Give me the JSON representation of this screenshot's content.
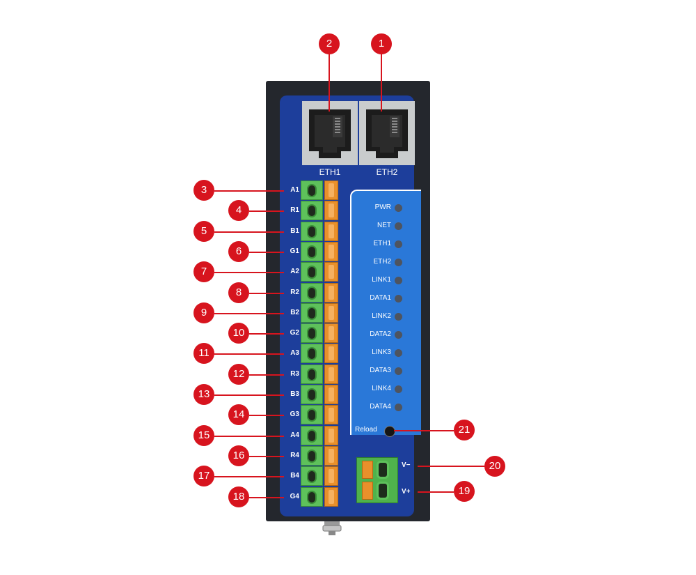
{
  "device": {
    "ports": [
      "ETH1",
      "ETH2"
    ],
    "terminals": [
      "A1",
      "R1",
      "B1",
      "G1",
      "A2",
      "R2",
      "B2",
      "G2",
      "A3",
      "R3",
      "B3",
      "G3",
      "A4",
      "R4",
      "B4",
      "G4"
    ],
    "leds": [
      "PWR",
      "NET",
      "ETH1",
      "ETH2",
      "LINK1",
      "DATA1",
      "LINK2",
      "DATA2",
      "LINK3",
      "DATA3",
      "LINK4",
      "DATA4"
    ],
    "reload_label": "Reload",
    "power_labels": [
      "V−",
      "V+"
    ]
  },
  "callouts": {
    "port_numbers": [
      "2",
      "1"
    ],
    "terminal_numbers": [
      "3",
      "4",
      "5",
      "6",
      "7",
      "8",
      "9",
      "10",
      "11",
      "12",
      "13",
      "14",
      "15",
      "16",
      "17",
      "18"
    ],
    "power_numbers": [
      "20",
      "19"
    ],
    "reload_number": "21"
  },
  "colors": {
    "callout": "#d7141e",
    "panel": "#1d3e9b",
    "led_panel": "#2a78d8",
    "terminal_green": "#5ec15b",
    "terminal_orange": "#e9902b"
  }
}
